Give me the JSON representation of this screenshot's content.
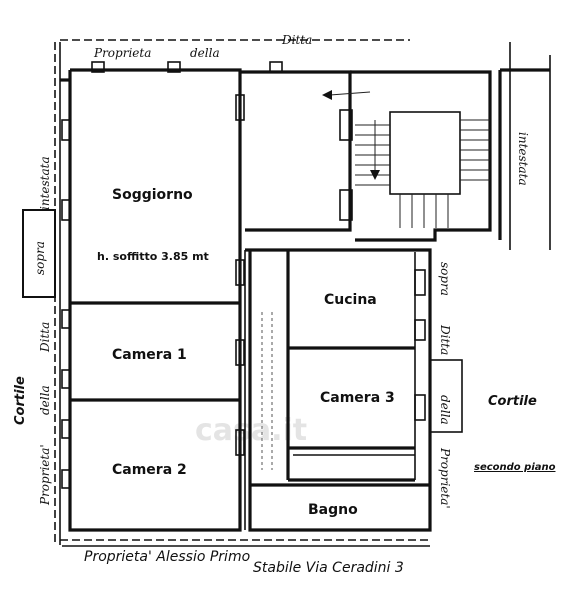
{
  "rooms": {
    "soggiorno": "Soggiorno",
    "ceiling_height": "h. soffitto 3.85 mt",
    "camera1": "Camera 1",
    "camera2": "Camera 2",
    "camera3": "Camera 3",
    "cucina": "Cucina",
    "bagno": "Bagno"
  },
  "annotations": {
    "top_left": "Proprieta",
    "top_della": "della",
    "top_ditta": "Ditta",
    "left_intestata": "intestata",
    "left_sopra": "sopra",
    "left_ditta": "Ditta",
    "left_della": "della",
    "left_proprieta": "Proprieta'",
    "right_intestata": "intestata",
    "right_sopra": "sopra",
    "right_ditta": "Ditta",
    "right_della": "della",
    "right_proprieta": "Proprieta'",
    "bottom_left": "Proprieta' Alessio Primo",
    "bottom_right": "Stabile Via Ceradini 3"
  },
  "cortile_left": "Cortile",
  "cortile_right": "Cortile",
  "floor_note": "secondo piano",
  "watermark": "casa.it"
}
